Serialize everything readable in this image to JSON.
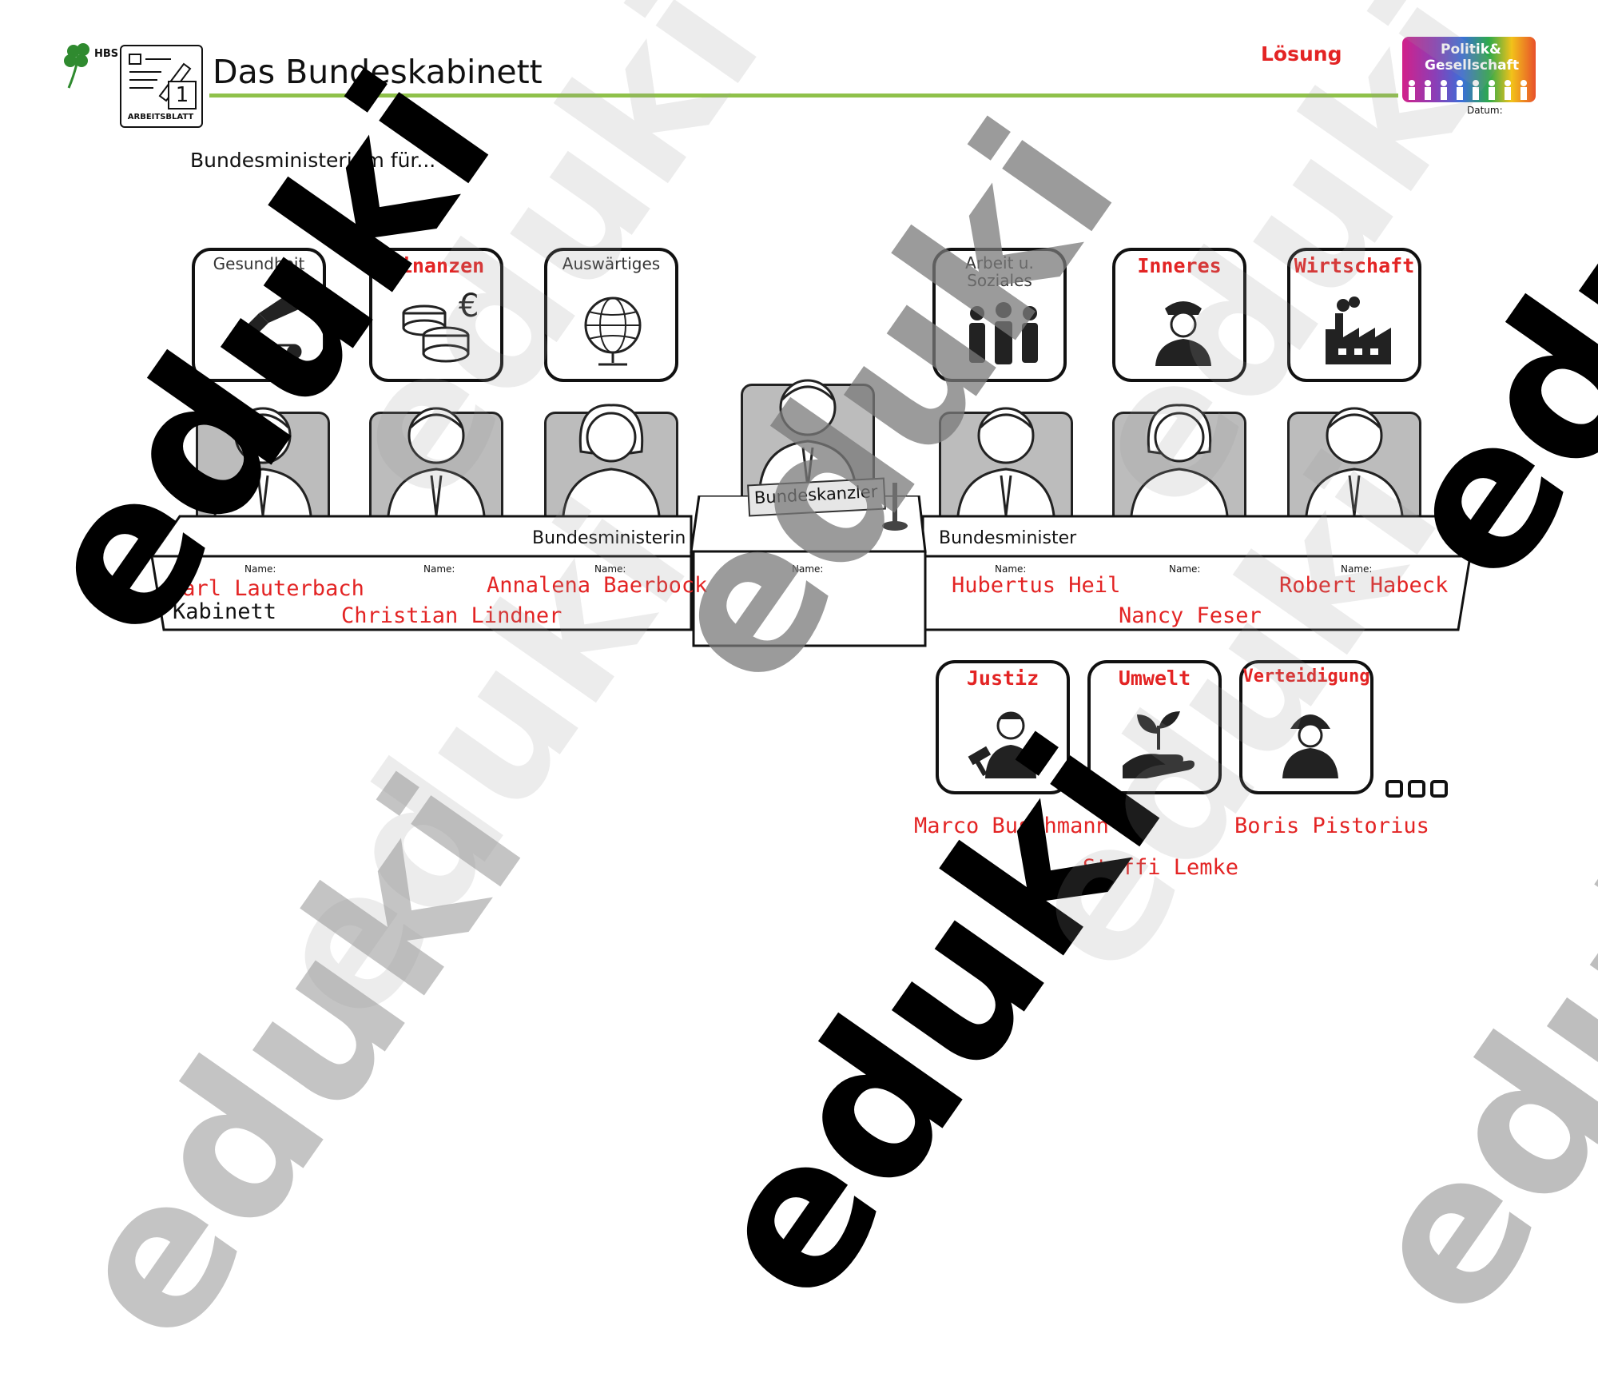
{
  "header": {
    "title": "Das Bundeskabinett",
    "school_logo_text": "HBS",
    "worksheet_label": "ARBEITSBLATT",
    "worksheet_number": "1",
    "solution_label": "Lösung",
    "subject_logo_line1": "Politik&",
    "subject_logo_line2": "Gesellschaft",
    "date_label": "Datum:"
  },
  "subheading": "Bundesministerium für...",
  "ministries_top": [
    {
      "label": "Gesundheit",
      "style": "gray",
      "icon": "medicine-icon"
    },
    {
      "label": "Finanzen",
      "style": "red",
      "icon": "coins-euro-icon"
    },
    {
      "label": "Auswärtiges",
      "style": "gray",
      "icon": "globe-icon"
    },
    {
      "label": "Arbeit u. Soziales",
      "style": "gray",
      "icon": "people-group-icon"
    },
    {
      "label": "Inneres",
      "style": "red",
      "icon": "police-officer-icon"
    },
    {
      "label": "Wirtschaft",
      "style": "red",
      "icon": "factory-icon"
    }
  ],
  "ministries_bottom": [
    {
      "label": "Justiz",
      "style": "red",
      "icon": "judge-gavel-icon"
    },
    {
      "label": "Umwelt",
      "style": "red",
      "icon": "plant-hand-icon"
    },
    {
      "label": "Verteidigung",
      "style": "red",
      "icon": "soldier-icon"
    }
  ],
  "table": {
    "left_role": "Bundesministerin",
    "right_role": "Bundesminister",
    "chancellor_role": "Bundeskanzler",
    "name_caption": "Name:",
    "cabinet_label": "Kabinett",
    "more_indicator": "..."
  },
  "names": {
    "lauterbach": "Karl Lauterbach",
    "lindner": "Christian Lindner",
    "baerbock": "Annalena Baerbock",
    "heil": "Hubertus Heil",
    "feser": "Nancy Feser",
    "habeck": "Robert Habeck",
    "buschmann": "Marco Buschmann",
    "lemke": "Steffi Lemke",
    "pistorius": "Boris Pistorius"
  },
  "watermark": "eduki",
  "colors": {
    "accent_red": "#e32424",
    "accent_green": "#8fc14a",
    "watermark_gray": "#9a9a9a"
  }
}
